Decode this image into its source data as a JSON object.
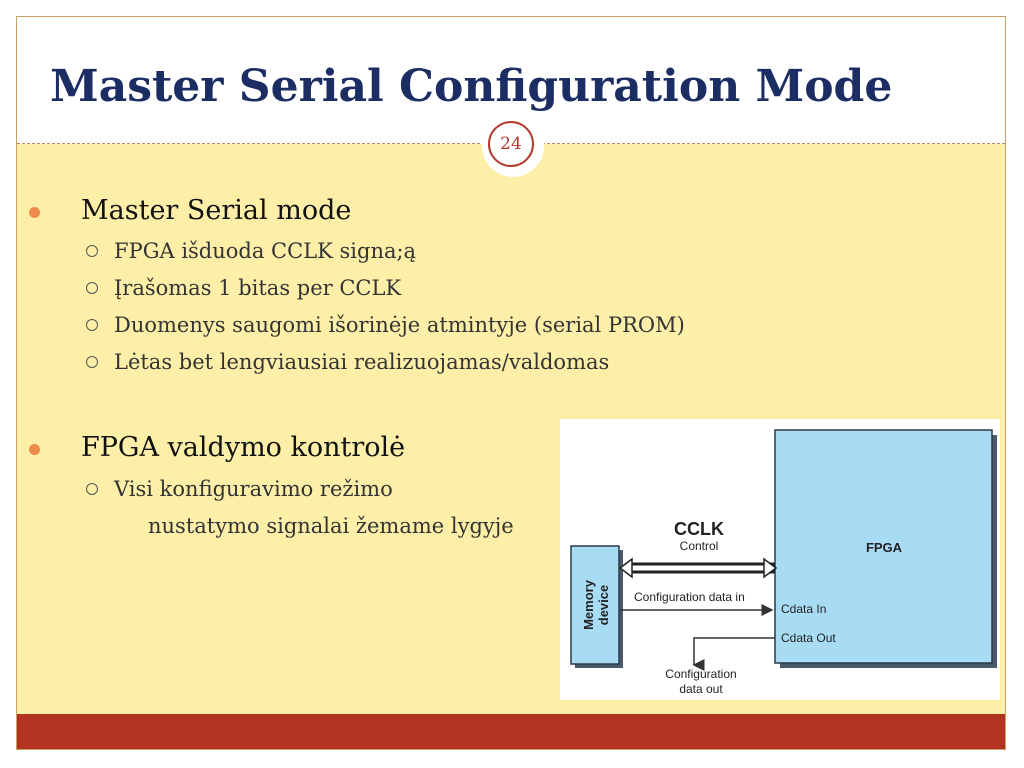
{
  "slide": {
    "title": "Master Serial Configuration Mode",
    "page_number": "24"
  },
  "sections": [
    {
      "heading": "Master Serial mode",
      "items": [
        "FPGA išduoda CCLK signa;ą",
        "Įrašomas 1 bitas per CCLK",
        "Duomenys saugomi išorinėje atmintyje (serial PROM)",
        "Lėtas bet lengviausiai realizuojamas/valdomas"
      ]
    },
    {
      "heading": "FPGA valdymo kontrolė",
      "items": [
        "Visi konfiguravimo režimo"
      ],
      "continuation": "nustatymo signalai žemame lygyje"
    }
  ],
  "diagram": {
    "fpga_label": "FPGA",
    "memory_label_line1": "Memory",
    "memory_label_line2": "device",
    "cclk_label": "CCLK",
    "control_label": "Control",
    "config_data_in_label": "Configuration data in",
    "cdata_in_label": "Cdata In",
    "cdata_out_label": "Cdata Out",
    "config_data_out_line1": "Configuration",
    "config_data_out_line2": "data out"
  },
  "colors": {
    "title": "#1b2d63",
    "background": "#fdefa8",
    "accent_bullet": "#f08a4b",
    "footer": "#b43220",
    "block_fill": "#a8dcf4"
  }
}
